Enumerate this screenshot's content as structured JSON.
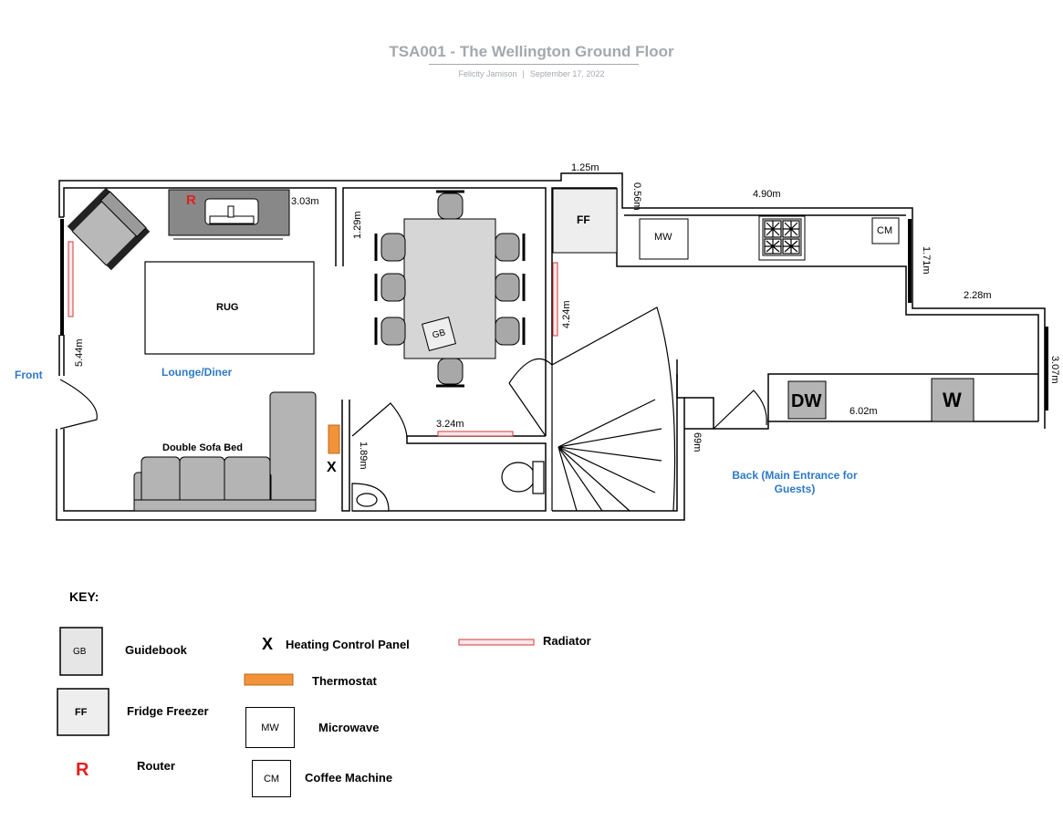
{
  "header": {
    "title": "TSA001 - The Wellington Ground Floor",
    "author": "Felicity Jamison",
    "date": "September 17, 2022"
  },
  "plan": {
    "rooms": {
      "lounge": "Lounge/Diner"
    },
    "entrances": {
      "front": "Front",
      "back": "Back (Main Entrance for Guests)"
    },
    "furniture": {
      "rug": "RUG",
      "sofa": "Double Sofa Bed",
      "guidebook": "GB",
      "fridge": "FF",
      "microwave": "MW",
      "coffee": "CM",
      "dishwasher": "DW",
      "washer": "W",
      "router": "R",
      "heating_panel": "X"
    },
    "dimensions": {
      "d_1_25": "1.25m",
      "d_0_56": "0.56m",
      "d_4_90": "4.90m",
      "d_3_03": "3.03m",
      "d_1_29": "1.29m",
      "d_1_71": "1.71m",
      "d_2_28": "2.28m",
      "d_4_24": "4.24m",
      "d_5_44": "5.44m",
      "d_6_02": "6.02m",
      "d_3_24": "3.24m",
      "d_1_89": "1.89m",
      "d_69": "69m",
      "d_3_07": "3.07m"
    }
  },
  "key": {
    "heading": "KEY:",
    "items": {
      "guidebook": {
        "symbol": "GB",
        "label": "Guidebook"
      },
      "fridge": {
        "symbol": "FF",
        "label": "Fridge Freezer"
      },
      "router": {
        "symbol": "R",
        "label": "Router"
      },
      "heating": {
        "symbol": "X",
        "label": "Heating Control Panel"
      },
      "thermostat": {
        "label": "Thermostat"
      },
      "microwave": {
        "symbol": "MW",
        "label": "Microwave"
      },
      "coffee": {
        "symbol": "CM",
        "label": "Coffee Machine"
      },
      "radiator": {
        "label": "Radiator"
      }
    }
  },
  "colors": {
    "wall": "#000000",
    "furniture": "#b4b4b4",
    "label_blue": "#2e7ac5",
    "router_red": "#e02020",
    "radiator": "#d23a3a",
    "thermostat": "#f2933a",
    "title_grey": "#a4a8ad"
  }
}
